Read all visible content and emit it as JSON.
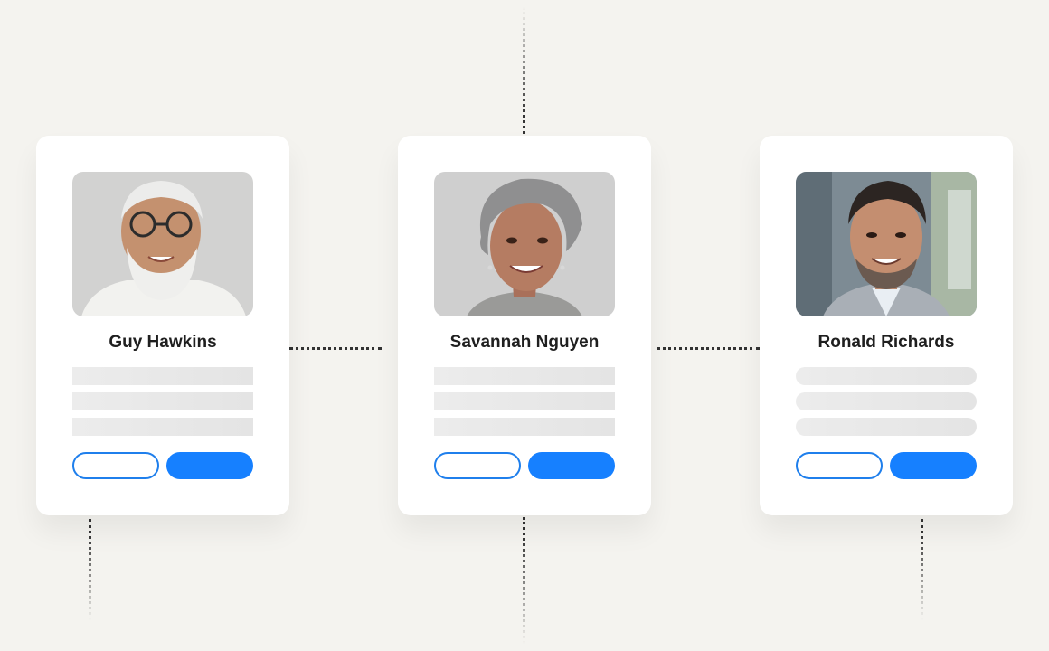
{
  "cards": [
    {
      "name": "Guy Hawkins"
    },
    {
      "name": "Savannah Nguyen"
    },
    {
      "name": "Ronald Richards"
    }
  ],
  "colors": {
    "background": "#f4f3ef",
    "card": "#ffffff",
    "accent": "#1680ff",
    "outline": "#1f7fec",
    "placeholder": "#e8e8e8",
    "connector": "#333333"
  }
}
